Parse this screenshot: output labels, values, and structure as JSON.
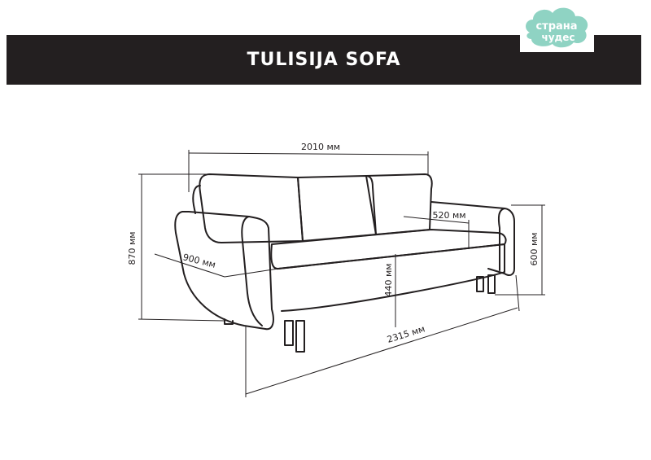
{
  "header": {
    "title": "TULISIJA SOFA",
    "background": "#231f20",
    "text_color": "#ffffff"
  },
  "logo": {
    "name": "strana-chudes-logo",
    "text_line1": "страна",
    "text_line2": "чудес",
    "color": "#8fd3c3"
  },
  "dimensions": {
    "total_width": "2010 мм",
    "overall_length": "2315 мм",
    "height": "870 мм",
    "depth": "900 мм",
    "seat_depth": "520 мм",
    "seat_height": "440 мм",
    "arm_height": "600 мм"
  }
}
